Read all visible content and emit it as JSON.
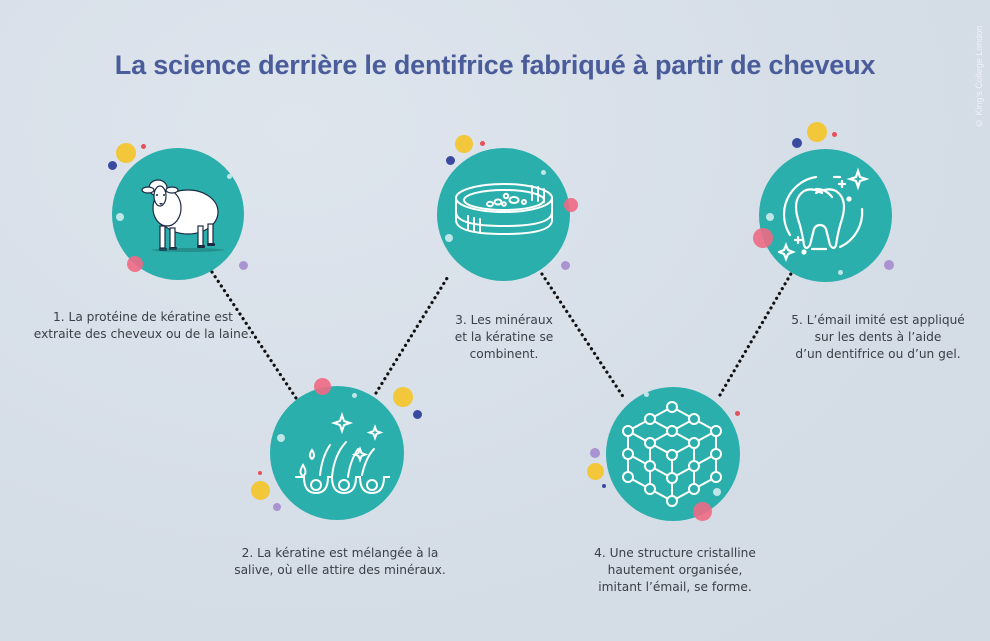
{
  "title": "La science derrière le dentifrice fabriqué à partir de cheveux",
  "credit": "© King's College London",
  "colors": {
    "background": "#d8e0e9",
    "circle": "#2bafac",
    "title": "#4a5c9a",
    "yellow": "#f2c73a",
    "navy": "#3a4aa0",
    "pink": "#ee6a84",
    "lilac": "#a993d0",
    "red": "#e6505a",
    "mint": "#bfe6e6",
    "connector": "#111111"
  },
  "steps": [
    {
      "number": 1,
      "icon": "sheep-icon",
      "lines": [
        "1. La protéine de kératine est",
        "extraite des cheveux ou de la laine."
      ]
    },
    {
      "number": 2,
      "icon": "hair-follicles-drops-icon",
      "lines": [
        "2. La kératine est mélangée à la",
        "salive, où elle attire des minéraux."
      ]
    },
    {
      "number": 3,
      "icon": "petri-dish-icon",
      "lines": [
        "3. Les minéraux",
        "et la kératine se",
        "combinent."
      ]
    },
    {
      "number": 4,
      "icon": "crystal-lattice-icon",
      "lines": [
        "4. Une structure cristalline",
        "hautement organisée,",
        "imitant l’émail, se forme."
      ]
    },
    {
      "number": 5,
      "icon": "sparkling-tooth-icon",
      "lines": [
        "5. L’émail imité est appliqué",
        "sur les dents à l’aide",
        "d’un dentifrice ou d’un gel."
      ]
    }
  ]
}
